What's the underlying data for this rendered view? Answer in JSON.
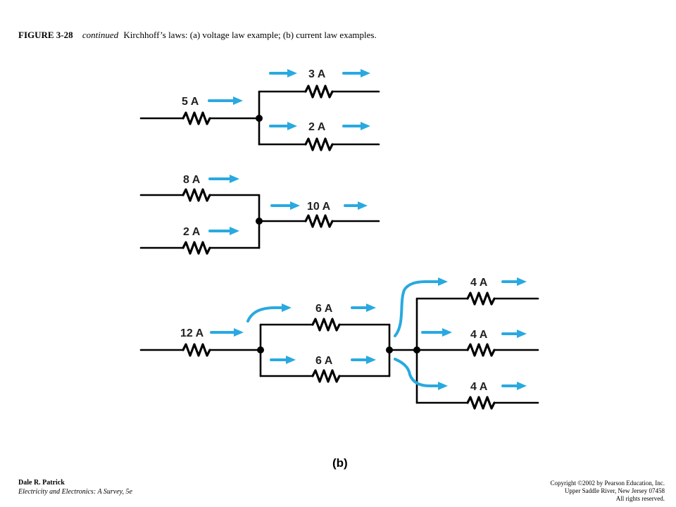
{
  "caption": {
    "figure": "FIGURE 3-28",
    "continued": "continued",
    "text": "Kirchhoff’s laws: (a) voltage law example; (b) current law examples."
  },
  "diagram": {
    "sublabel": "(b)",
    "arrow_color": "#29a9e0",
    "circuit1": {
      "in_label": "5 A",
      "out_top_label": "3 A",
      "out_bottom_label": "2 A"
    },
    "circuit2": {
      "in_top_label": "8 A",
      "in_bottom_label": "2 A",
      "out_label": "10 A"
    },
    "circuit3": {
      "in_label": "12 A",
      "mid_top_label": "6 A",
      "mid_bottom_label": "6 A",
      "out_top_label": "4 A",
      "out_mid_label": "4 A",
      "out_bottom_label": "4 A"
    }
  },
  "footer": {
    "author": "Dale R. Patrick",
    "book": "Electricity and Electronics:  A Survey, 5e",
    "copyright_1": "Copyright ©2002 by Pearson Education, Inc.",
    "copyright_2": "Upper Saddle River, New Jersey 07458",
    "copyright_3": "All rights reserved."
  }
}
